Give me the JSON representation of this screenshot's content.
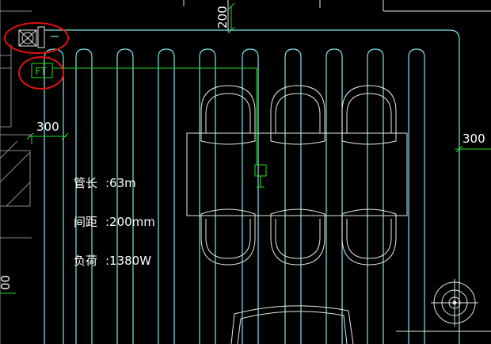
{
  "dimensions": {
    "top_spacing": "200",
    "left_edge": "300",
    "right_edge": "300",
    "left_partial": "00"
  },
  "symbols": {
    "flow_meter_label": "FT",
    "manifold_icon": "manifold-icon",
    "drain_icon": "floor-drain-icon"
  },
  "info": {
    "pipe_length_label": "管长",
    "pipe_length_value": ":63m",
    "spacing_label": "间距",
    "spacing_value": ":200mm",
    "load_label": "负荷",
    "load_value": ":1380W"
  },
  "colors": {
    "background": "#000000",
    "pipe": "#7fe3ea",
    "line_white": "#e6e6e6",
    "green": "#22dd22",
    "markup_red": "#e01010",
    "wall": "#8a8a8a"
  }
}
